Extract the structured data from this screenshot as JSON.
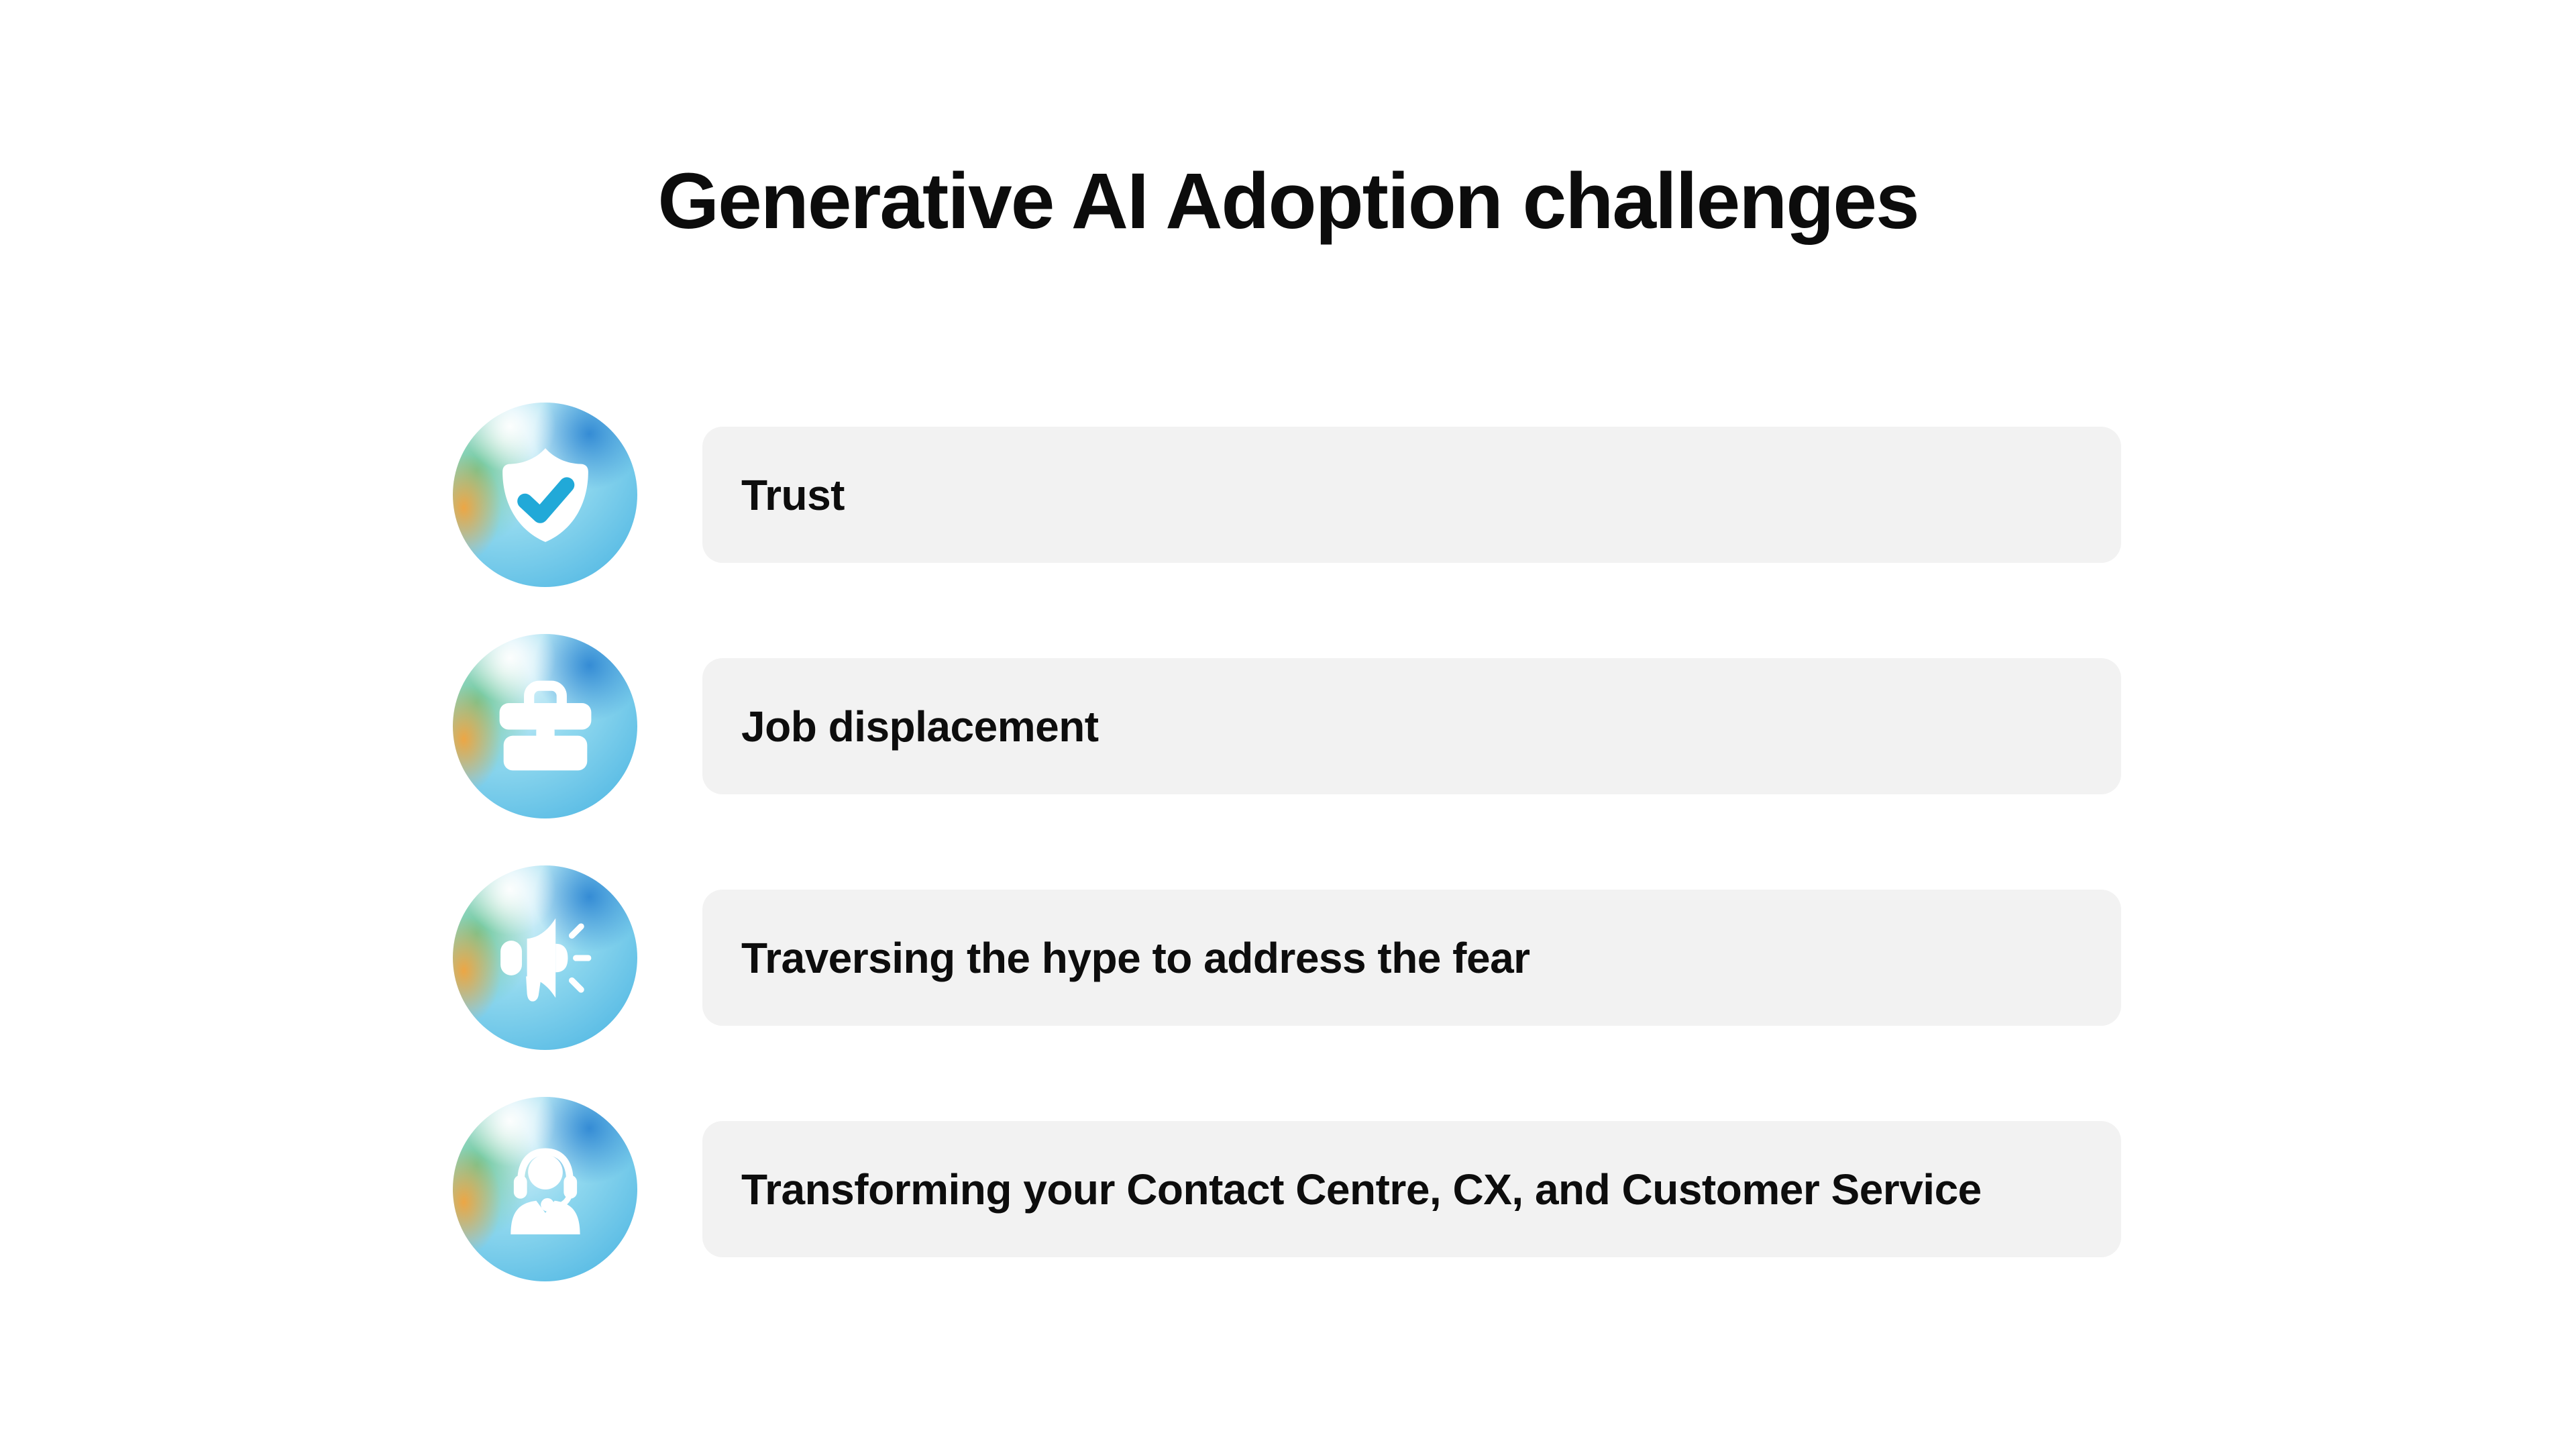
{
  "title": "Generative AI Adoption challenges",
  "rows": [
    {
      "label": "Trust",
      "icon": "shield-check-icon"
    },
    {
      "label": "Job displacement",
      "icon": "briefcase-icon"
    },
    {
      "label": "Traversing the hype to address the fear",
      "icon": "megaphone-icon"
    },
    {
      "label": "Transforming your Contact Centre, CX, and Customer Service",
      "icon": "headset-agent-icon"
    }
  ],
  "colors": {
    "page_background": "#ffffff",
    "row_background": "#f2f2f2",
    "text": "#0d0d0d",
    "icon_glyph": "#ffffff",
    "check_mark": "#21a9d8",
    "gradient_blue": "#2f97d8",
    "gradient_cyan": "#54b9e4",
    "gradient_green": "#5cc087",
    "gradient_orange": "#f2a43e",
    "gradient_white": "#ffffff"
  }
}
